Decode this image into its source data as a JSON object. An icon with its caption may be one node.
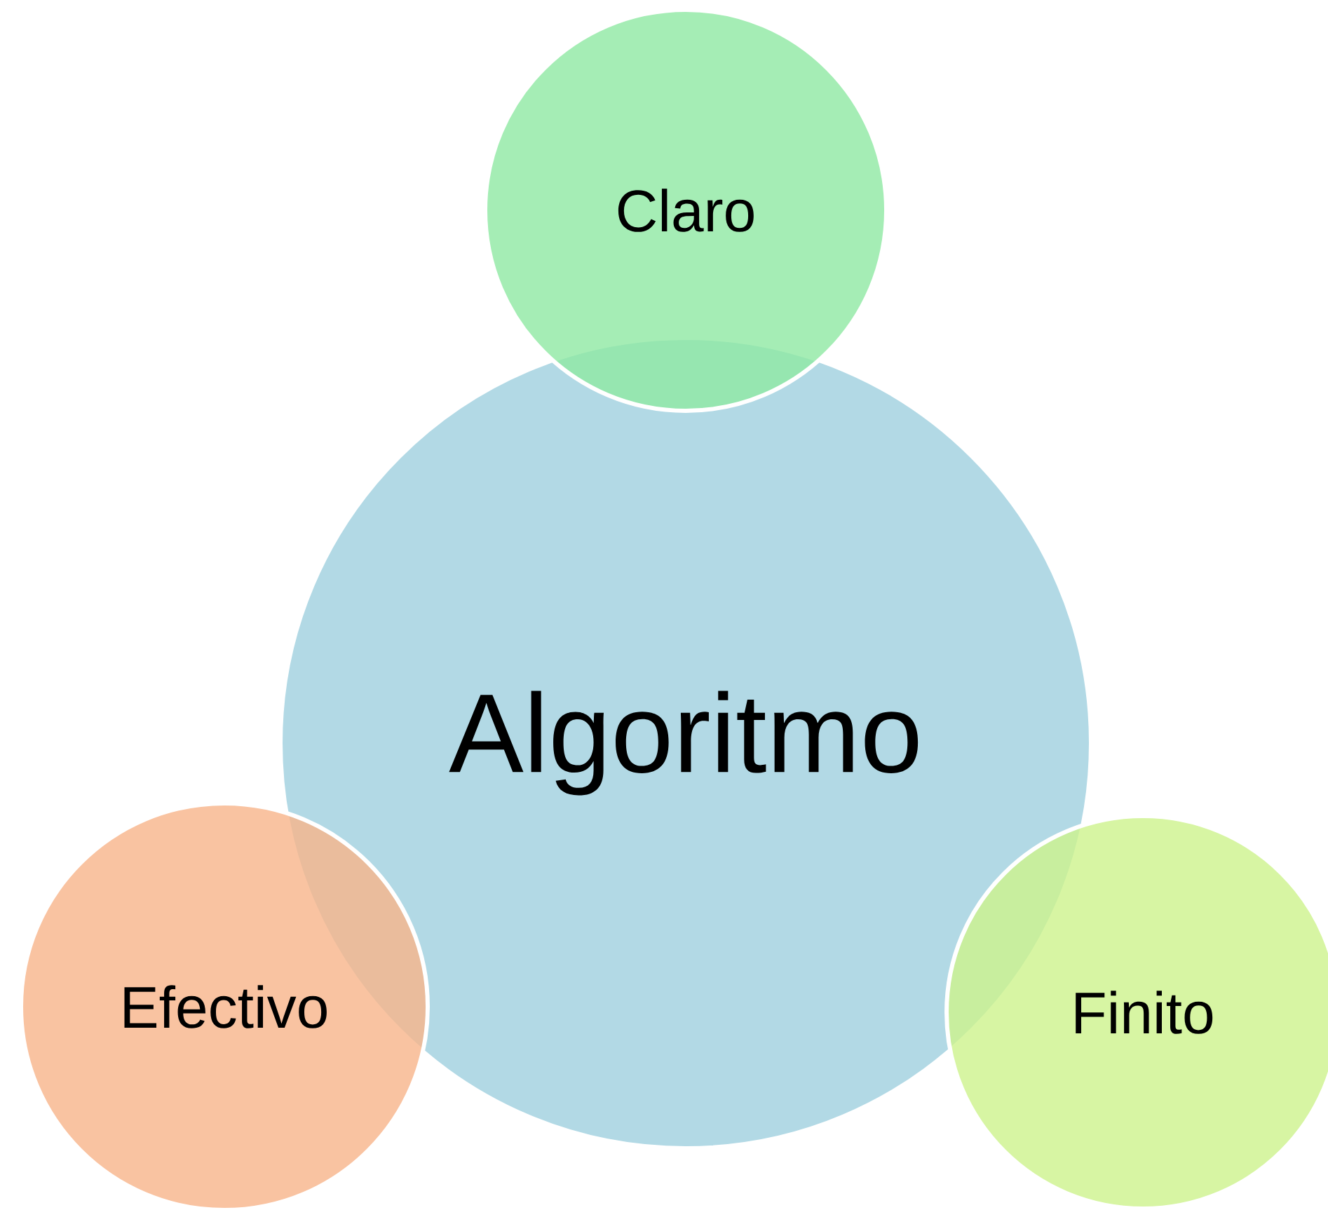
{
  "diagram": {
    "nodes": [
      {
        "text": [
          "Claro"
        ]
      },
      {
        "text": [
          "Algoritmo"
        ]
      },
      {
        "text": [
          "Efectivo"
        ]
      },
      {
        "text": [
          "Finito"
        ]
      }
    ]
  }
}
